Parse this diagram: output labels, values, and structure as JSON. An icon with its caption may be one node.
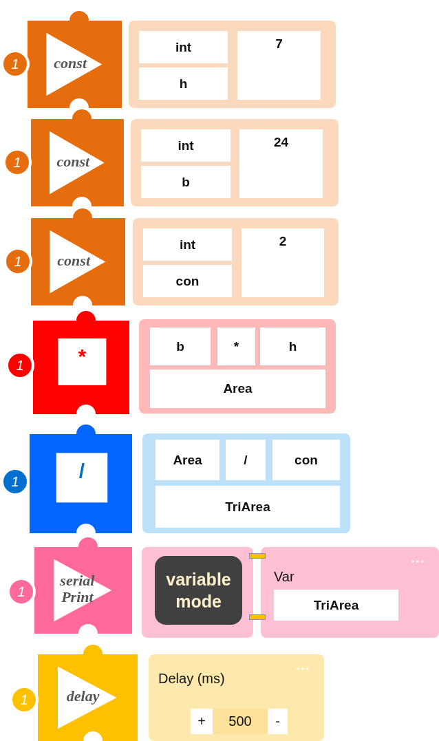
{
  "diagram": {
    "nodes": [
      {
        "text": [
          "1"
        ]
      },
      {
        "text": [
          "const"
        ]
      },
      {
        "text": [],
        "shape": "box"
      },
      {
        "text": [
          "int"
        ],
        "in": 2
      },
      {
        "text": [
          "7"
        ],
        "in": 2
      },
      {
        "text": [
          "h"
        ],
        "in": 2
      },
      {
        "text": [
          "1"
        ]
      },
      {
        "text": [
          "const"
        ]
      },
      {
        "text": [],
        "shape": "box"
      },
      {
        "text": [
          "int"
        ],
        "in": 8
      },
      {
        "text": [
          "24"
        ],
        "in": 8
      },
      {
        "text": [
          "b"
        ],
        "in": 8
      },
      {
        "text": [
          "1"
        ]
      },
      {
        "text": [
          "const"
        ]
      },
      {
        "text": [],
        "shape": "box"
      },
      {
        "text": [
          "int"
        ],
        "in": 14
      },
      {
        "text": [
          "2"
        ],
        "in": 14
      },
      {
        "text": [
          "con"
        ],
        "in": 14
      },
      {
        "text": [
          "1"
        ]
      },
      {
        "text": [
          "*"
        ]
      },
      {
        "text": [],
        "shape": "box"
      },
      {
        "text": [
          "b"
        ],
        "in": 20
      },
      {
        "text": [
          "*"
        ],
        "in": 20
      },
      {
        "text": [
          "h"
        ],
        "in": 20
      },
      {
        "text": [
          "Area"
        ],
        "in": 20
      },
      {
        "text": [
          "1"
        ]
      },
      {
        "text": [
          "/"
        ]
      },
      {
        "text": [],
        "shape": "box"
      },
      {
        "text": [
          "Area"
        ],
        "in": 27
      },
      {
        "text": [
          "/"
        ],
        "in": 27
      },
      {
        "text": [
          "con"
        ],
        "in": 27
      },
      {
        "text": [
          "TriArea"
        ],
        "in": 27
      },
      {
        "text": [
          "1"
        ]
      },
      {
        "text": [
          "serial Print"
        ]
      },
      {
        "text": [],
        "shape": "box"
      },
      {
        "text": [
          "variable mode"
        ],
        "in": 34
      },
      {
        "text": [
          "Var"
        ]
      },
      {
        "text": [
          "TriArea"
        ],
        "in": 36
      },
      {
        "text": [
          "1"
        ]
      },
      {
        "text": [
          "delay"
        ]
      },
      {
        "text": [
          "Delay (ms)"
        ]
      },
      {
        "text": [
          "+"
        ],
        "in": 40
      },
      {
        "text": [
          "500"
        ],
        "in": 40
      },
      {
        "text": [
          "-"
        ],
        "in": 40
      }
    ]
  }
}
